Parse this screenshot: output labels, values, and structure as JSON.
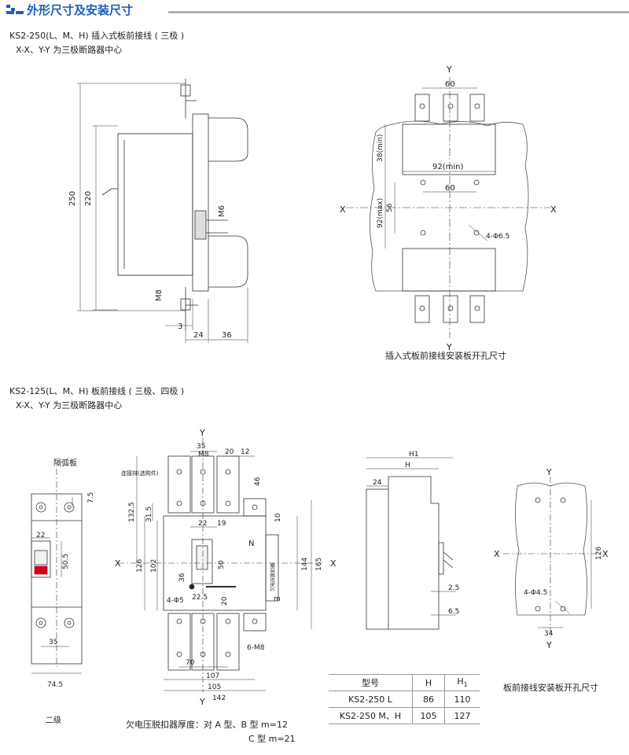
{
  "header": {
    "title": "外形尺寸及安装尺寸"
  },
  "section1": {
    "title": "KS2-250(L、M、H) 插入式板前接线 ( 三极 )",
    "note": "X-X、Y-Y 为三极断路器中心",
    "side_dims": {
      "d250": "250",
      "d220": "220",
      "m6": "M6",
      "m8": "M8",
      "d3": "3",
      "d24": "24",
      "d36": "36"
    },
    "panel": {
      "y": "Y",
      "x": "X",
      "d60a": "60",
      "d38min": "38(min)",
      "d92min": "92(min)",
      "d60b": "60",
      "d92max": "92(max)",
      "d56": "56",
      "hole": "4-Φ6.5"
    },
    "caption": "插入式板前接线安装板开孔尺寸"
  },
  "section2": {
    "title": "KS2-125(L、M、H) 板前接线 ( 三极、四极 )",
    "note": "X-X、Y-Y 为三极断路器中心",
    "side": {
      "arc_plate": "隔弧板",
      "d75": "7.5",
      "d22": "22",
      "d505": "50.5",
      "d35": "35",
      "d745": "74.5",
      "caption": "二级"
    },
    "front": {
      "y": "Y",
      "x": "X",
      "d35": "35",
      "m8": "M8",
      "d20a": "20",
      "d12": "12",
      "bus": "连接排(选购件)",
      "d46": "46",
      "d1325": "132.5",
      "d315": "31.5",
      "d126": "126",
      "d102": "102",
      "d22": "22",
      "d19": "19",
      "n": "N",
      "d10": "10",
      "d50": "50",
      "d144": "144",
      "d165": "165",
      "uv": "欠电压脱扣器",
      "d36": "36",
      "hole": "4-Φ5",
      "d225": "22.5",
      "d20b": "20",
      "m": "m",
      "m8b": "6-M8",
      "d70": "70",
      "d107": "107",
      "d105": "105",
      "d142": "142",
      "note1": "欠电压脱扣器厚度：对 A 型、B 型 m=12",
      "note2": "C 型 m=21"
    },
    "profile": {
      "h1": "H1",
      "h": "H",
      "d24": "24",
      "d25": "2.5",
      "d65": "6.5"
    },
    "table": {
      "header": [
        "型号",
        "H",
        "H"
      ],
      "sub1": "1",
      "rows": [
        [
          "KS2-250 L",
          "86",
          "110"
        ],
        [
          "KS2-250 M、H",
          "105",
          "127"
        ]
      ]
    },
    "panel2": {
      "y": "Y",
      "x": "X",
      "d126": "126",
      "hole": "4-Φ4.5",
      "d34": "34",
      "caption": "板前接线安装板开孔尺寸"
    }
  }
}
